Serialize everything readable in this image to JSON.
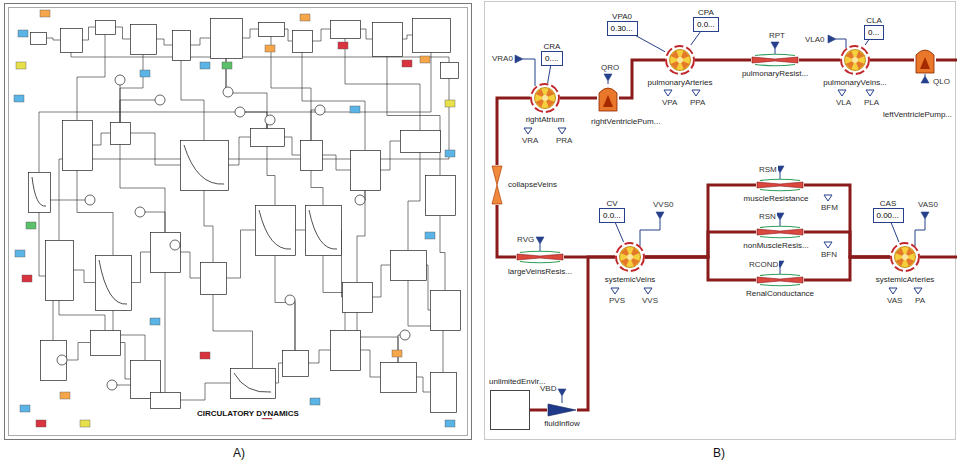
{
  "diagram": {
    "nodes": [
      {
        "text": [
          "rightAtrium"
        ]
      },
      {
        "text": [
          "rightVentriclePum..."
        ]
      },
      {
        "text": [
          "pulmonaryArteries"
        ]
      },
      {
        "text": [
          "pulmonaryResist..."
        ]
      },
      {
        "text": [
          "pulmonaryVeins..."
        ]
      },
      {
        "text": [
          "leftVentriclePump..."
        ]
      },
      {
        "text": [
          "collapseVeins"
        ]
      },
      {
        "text": [
          "largeVeinsResis..."
        ]
      },
      {
        "text": [
          "systemicVeins"
        ]
      },
      {
        "text": [
          "muscleResistance"
        ]
      },
      {
        "text": [
          "nonMuscleResis..."
        ]
      },
      {
        "text": [
          "RenalConductance"
        ]
      },
      {
        "text": [
          "systemicArteries"
        ]
      },
      {
        "text": [
          "unlimitedEnvir..."
        ]
      },
      {
        "text": [
          "fluidInflow"
        ]
      },
      {
        "text": [
          "CRA",
          "0...."
        ]
      },
      {
        "text": [
          "VPA0",
          "0.30..."
        ]
      },
      {
        "text": [
          "CPA",
          "0.0..."
        ]
      },
      {
        "text": [
          "CLA",
          "0..."
        ]
      },
      {
        "text": [
          "CV",
          "0.0..."
        ]
      },
      {
        "text": [
          "CAS",
          "0.00..."
        ]
      }
    ],
    "edges": [
      {
        "from": 6,
        "to": 0,
        "arrow": "none"
      },
      {
        "from": 0,
        "to": 1,
        "arrow": "none"
      },
      {
        "from": 1,
        "to": 2,
        "arrow": "none"
      },
      {
        "from": 2,
        "to": 3,
        "arrow": "none"
      },
      {
        "from": 3,
        "to": 4,
        "arrow": "none"
      },
      {
        "from": 4,
        "to": 5,
        "arrow": "none"
      },
      {
        "from": 12,
        "to": 9,
        "arrow": "none"
      },
      {
        "from": 12,
        "to": 10,
        "arrow": "none"
      },
      {
        "from": 12,
        "to": 11,
        "arrow": "none"
      },
      {
        "from": 9,
        "to": 8,
        "arrow": "none"
      },
      {
        "from": 10,
        "to": 8,
        "arrow": "none"
      },
      {
        "from": 11,
        "to": 8,
        "arrow": "none"
      },
      {
        "from": 8,
        "to": 7,
        "arrow": "none"
      },
      {
        "from": 7,
        "to": 6,
        "arrow": "none"
      },
      {
        "from": 13,
        "to": 14,
        "arrow": "none"
      },
      {
        "from": 14,
        "to": 8,
        "arrow": "none"
      },
      {
        "from": 15,
        "to": 0,
        "arrow": "none"
      },
      {
        "from": 16,
        "to": 2,
        "arrow": "none"
      },
      {
        "from": 17,
        "to": 2,
        "arrow": "none"
      },
      {
        "from": 18,
        "to": 4,
        "arrow": "none"
      },
      {
        "from": 19,
        "to": 8,
        "arrow": "none"
      },
      {
        "from": 20,
        "to": 12,
        "arrow": "none"
      }
    ],
    "labels": [
      "A)",
      "B)",
      "CIRCULATORY DYNAMICS",
      "VRA0",
      "QRO",
      "VRA",
      "PRA",
      "VPA",
      "PPA",
      "RPT",
      "VLA0",
      "VLA",
      "PLA",
      "QLO",
      "RVG",
      "VVS0",
      "PVS",
      "VVS",
      "RSM",
      "BFM",
      "RSN",
      "BFN",
      "RCOND",
      "VAS0",
      "VAS",
      "PA",
      "VBD"
    ]
  }
}
